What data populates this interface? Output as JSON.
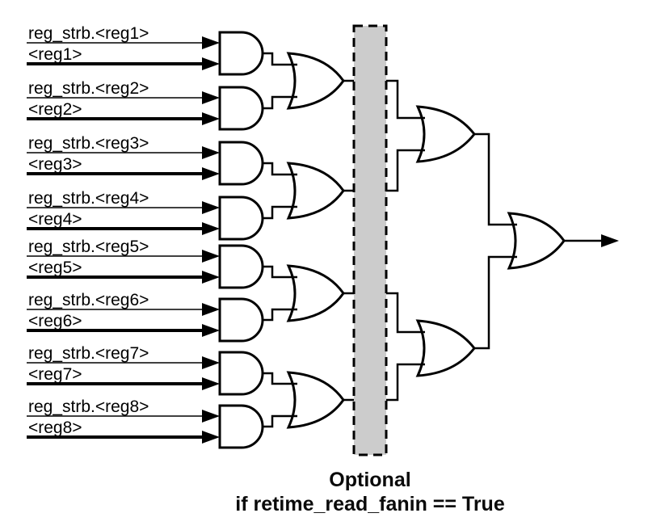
{
  "diagram": {
    "inputs": [
      {
        "strobe": "reg_strb.<reg1>",
        "value": "<reg1>"
      },
      {
        "strobe": "reg_strb.<reg2>",
        "value": "<reg2>"
      },
      {
        "strobe": "reg_strb.<reg3>",
        "value": "<reg3>"
      },
      {
        "strobe": "reg_strb.<reg4>",
        "value": "<reg4>"
      },
      {
        "strobe": "reg_strb.<reg5>",
        "value": "<reg5>"
      },
      {
        "strobe": "reg_strb.<reg6>",
        "value": "<reg6>"
      },
      {
        "strobe": "reg_strb.<reg7>",
        "value": "<reg7>"
      },
      {
        "strobe": "reg_strb.<reg8>",
        "value": "<reg8>"
      }
    ],
    "caption": {
      "line1": "Optional",
      "line2": "if retime_read_fanin == True"
    },
    "colors": {
      "line": "#000000",
      "retime_box_fill": "#cccccc",
      "background": "#ffffff"
    }
  }
}
